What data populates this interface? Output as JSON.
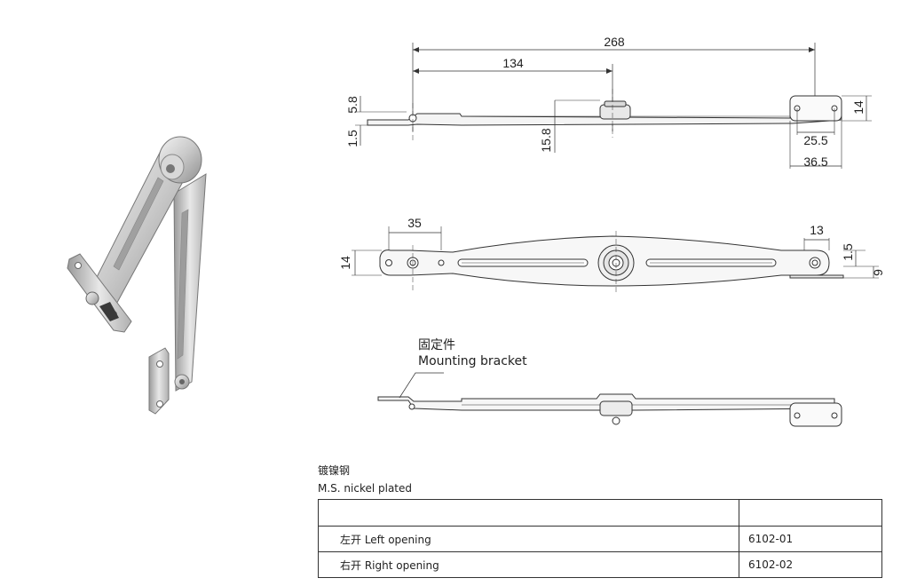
{
  "dimensions": {
    "top_view": {
      "overall": "268",
      "pivot": "134",
      "thickness": "5.8",
      "offset": "1.5",
      "height": "15.8",
      "bracket_hole": "25.5",
      "bracket_width": "36.5",
      "bracket_height": "14"
    },
    "side_view": {
      "hole_spacing": "35",
      "arm_width": "14",
      "end_offset": "13",
      "plate": "1.5",
      "bracket_height": "9"
    }
  },
  "callout": {
    "chinese": "固定件",
    "english": "Mounting bracket"
  },
  "material": {
    "chinese": "镀镍钢",
    "english": "M.S. nickel plated"
  },
  "table": {
    "header": [
      "",
      ""
    ],
    "rows": [
      {
        "description": "左开 Left opening",
        "code": "6102-01"
      },
      {
        "description": "右开 Right opening",
        "code": "6102-02"
      }
    ]
  },
  "colors": {
    "line": "#333333",
    "metal_light": "#e6e6e6",
    "metal_dark": "#8a8a8a"
  }
}
